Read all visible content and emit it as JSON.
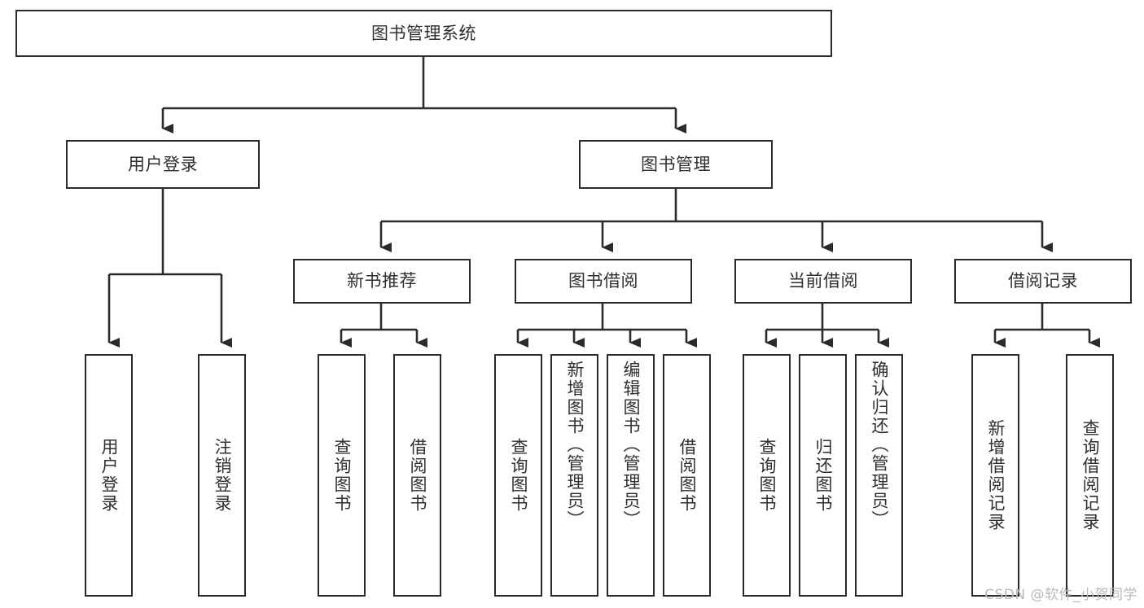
{
  "diagram": {
    "title": "图书管理系统",
    "type": "tree-hierarchy",
    "watermark": "CSDN @软件_小贺同学",
    "colors": {
      "stroke": "#2b2b2b",
      "fill": "#ffffff",
      "text": "#2f2f2f",
      "watermark": "#b9b9b9"
    },
    "root": {
      "label": "图书管理系统"
    },
    "level2": [
      {
        "label": "用户登录"
      },
      {
        "label": "图书管理"
      }
    ],
    "level3": [
      {
        "label": "新书推荐"
      },
      {
        "label": "图书借阅"
      },
      {
        "label": "当前借阅"
      },
      {
        "label": "借阅记录"
      }
    ],
    "leaves": {
      "user_login": [
        {
          "label": "用户登录"
        },
        {
          "label": "注销登录"
        }
      ],
      "new_book_recommend": [
        {
          "label": "查询图书"
        },
        {
          "label": "借阅图书"
        }
      ],
      "book_borrow": [
        {
          "label": "查询图书"
        },
        {
          "label": "新增图书（管理员）"
        },
        {
          "label": "编辑图书（管理员）"
        },
        {
          "label": "借阅图书"
        }
      ],
      "current_borrow": [
        {
          "label": "查询图书"
        },
        {
          "label": "归还图书"
        },
        {
          "label": "确认归还（管理员）"
        }
      ],
      "borrow_record": [
        {
          "label": "新增借阅记录"
        },
        {
          "label": "查询借阅记录"
        }
      ]
    }
  }
}
